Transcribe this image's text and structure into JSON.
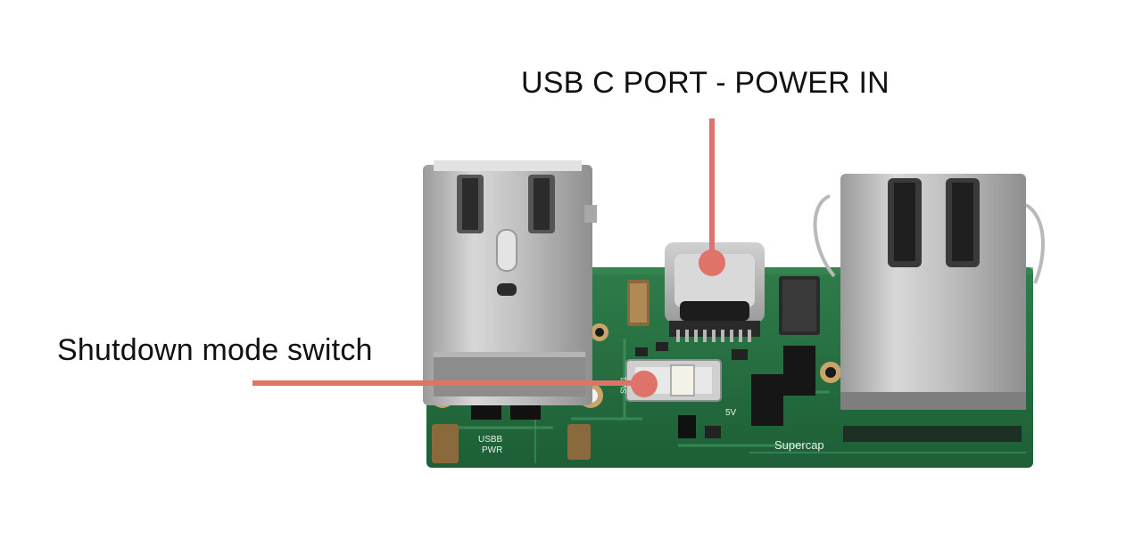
{
  "callouts": {
    "usb_port": "USB C PORT - POWER IN",
    "switch": "Shutdown mode switch"
  },
  "board_silkscreen": {
    "supercap": "Supercap",
    "usbb_pwr_line1": "USBB",
    "usbb_pwr_line2": "PWR",
    "switch_ref": "SW1",
    "voltage": "5V"
  },
  "colors": {
    "pcb": "#1f6b3c",
    "leader": "#e07369",
    "metal": "#c9c9c9"
  }
}
